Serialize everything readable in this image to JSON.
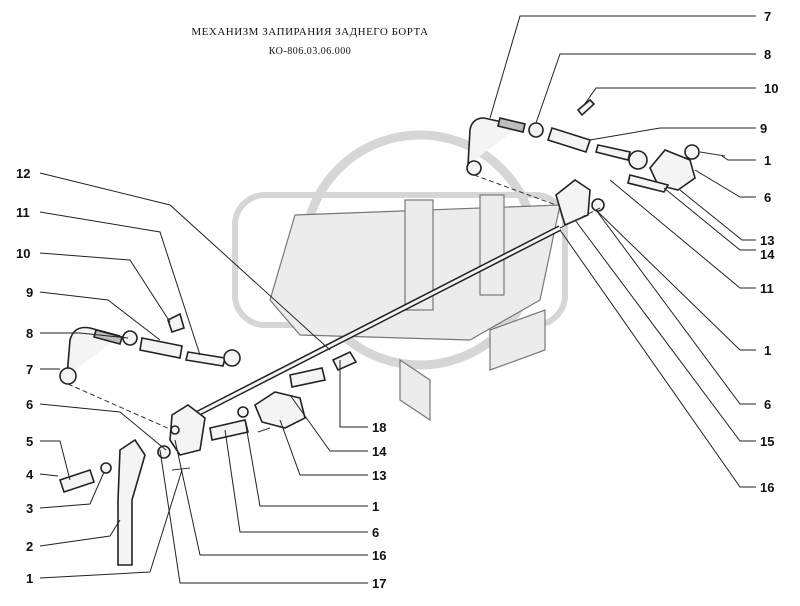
{
  "header": {
    "title": "МЕХАНИЗМ ЗАПИРАНИЯ ЗАДНЕГО БОРТА",
    "code": "КО-806.03.06.000"
  },
  "callouts_right": [
    "7",
    "8",
    "10",
    "9",
    "1",
    "6",
    "13",
    "14",
    "11",
    "1",
    "6",
    "15",
    "16"
  ],
  "callouts_left": [
    "12",
    "11",
    "10",
    "9",
    "8",
    "7",
    "6",
    "5",
    "4",
    "3",
    "2",
    "1"
  ],
  "callouts_bottom": [
    "18",
    "14",
    "13",
    "1",
    "6",
    "16",
    "17"
  ]
}
